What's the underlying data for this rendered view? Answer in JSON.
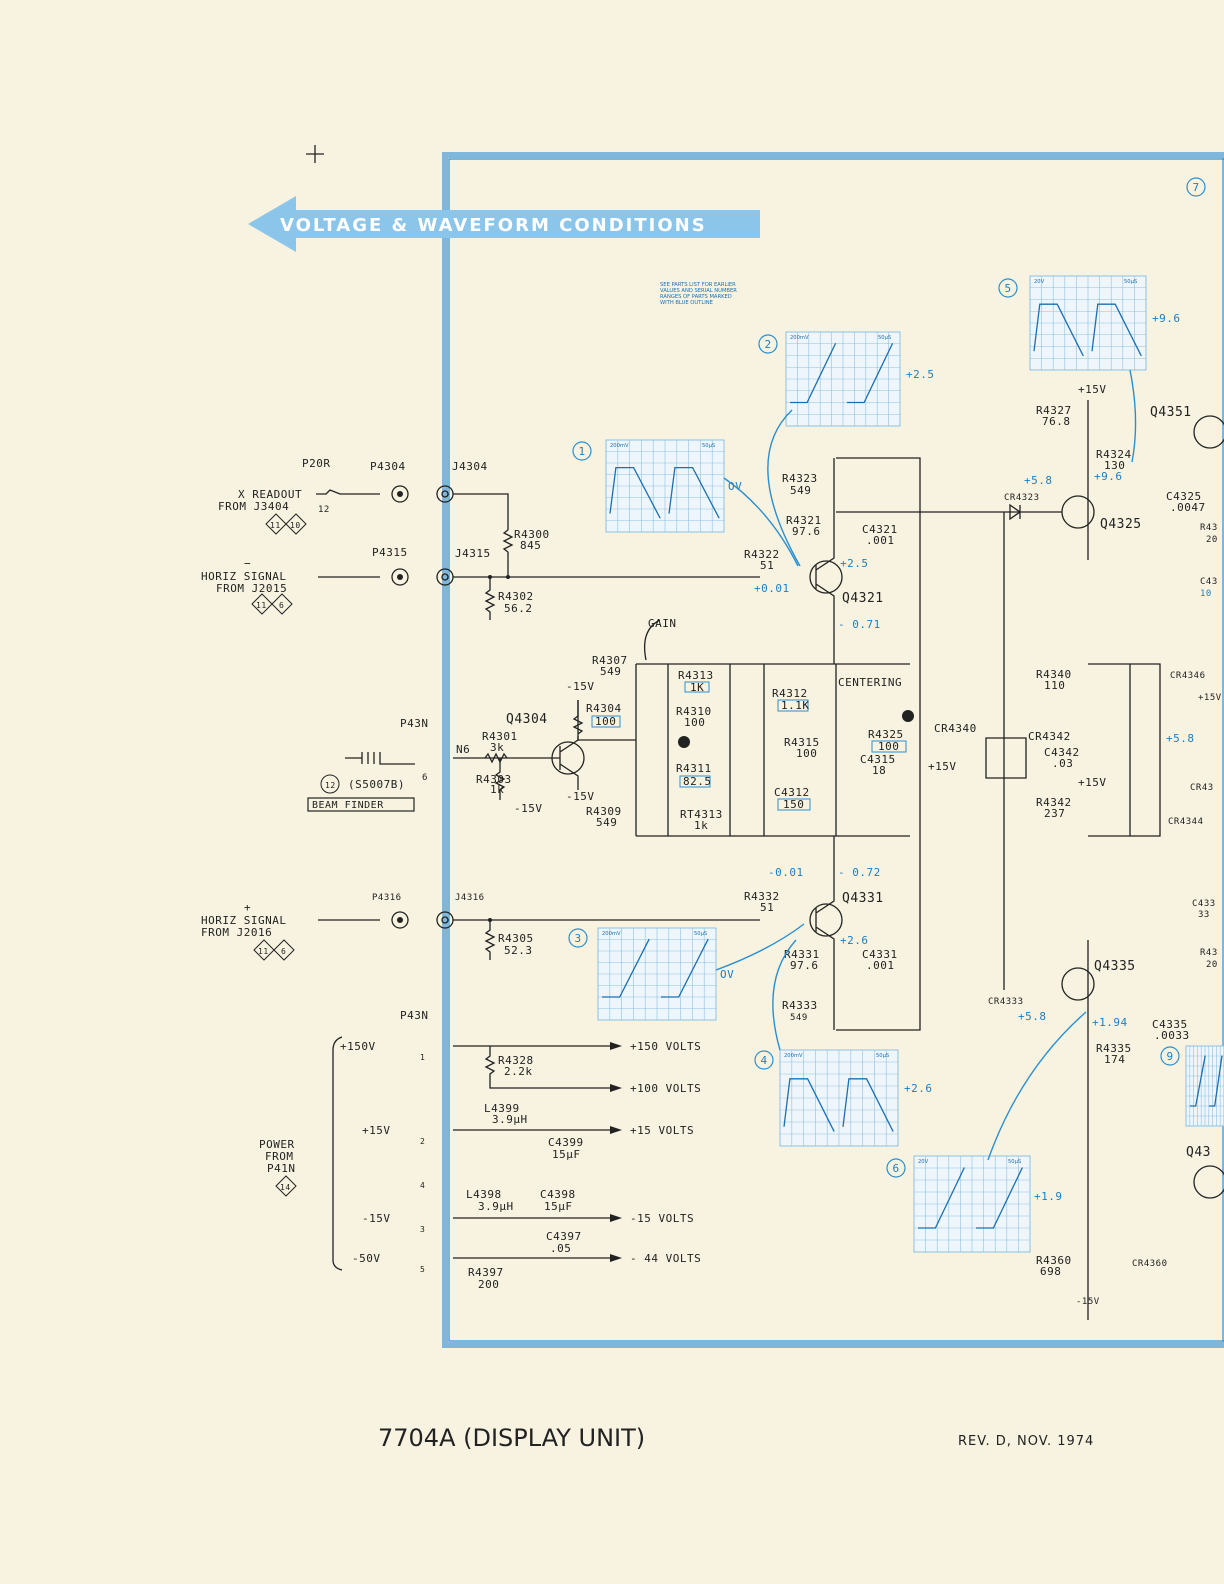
{
  "banner": {
    "title": "VOLTAGE & WAVEFORM CONDITIONS"
  },
  "note": {
    "lines": [
      "SEE PARTS LIST FOR EARLIER",
      "VALUES AND SERIAL NUMBER",
      "RANGES OF PARTS MARKED",
      "WITH BLUE OUTLINE"
    ]
  },
  "footer": {
    "title": "7704A (DISPLAY UNIT)",
    "revision": "REV. D, NOV. 1974"
  },
  "inputs": {
    "x_readout": {
      "line1": "X READOUT",
      "line2": "FROM J3404",
      "tag_a": "11",
      "tag_b": "10",
      "pin": "12"
    },
    "horiz_minus": {
      "sign": "−",
      "line1": "HORIZ SIGNAL",
      "line2": "FROM J2015",
      "tag_a": "11",
      "tag_b": "6"
    },
    "horiz_plus": {
      "sign": "+",
      "line1": "HORIZ SIGNAL",
      "line2": "FROM J2016",
      "tag_a": "11",
      "tag_b": "6"
    },
    "power": {
      "line1": "POWER",
      "line2": "FROM",
      "line3": "P41N",
      "tag": "14"
    },
    "beam_finder": {
      "label": "BEAM FINDER",
      "switch": "(S5007B)",
      "tag": "12"
    }
  },
  "connectors": {
    "p20r": "P20R",
    "p4304": "P4304",
    "j4304": "J4304",
    "p4315": "P4315",
    "j4315": "J4315",
    "p4316": "P4316",
    "j4316": "J4316",
    "p43n_top": "P43N",
    "p43n_bot": "P43N",
    "n6": "N6"
  },
  "components": [
    {
      "id": "r4300",
      "ref": "R4300",
      "val": "845"
    },
    {
      "id": "r4302",
      "ref": "R4302",
      "val": "56.2"
    },
    {
      "id": "r4305",
      "ref": "R4305",
      "val": "52.3"
    },
    {
      "id": "r4301",
      "ref": "R4301",
      "val": "3k"
    },
    {
      "id": "r4303",
      "ref": "R4303",
      "val": "1k"
    },
    {
      "id": "r4304",
      "ref": "R4304",
      "val": "100"
    },
    {
      "id": "r4307",
      "ref": "R4307",
      "val": "549"
    },
    {
      "id": "r4309",
      "ref": "R4309",
      "val": "549"
    },
    {
      "id": "r4313",
      "ref": "R4313",
      "val": "1K"
    },
    {
      "id": "r4310",
      "ref": "R4310",
      "val": "100"
    },
    {
      "id": "r4311",
      "ref": "R4311",
      "val": "82.5"
    },
    {
      "id": "rt4313",
      "ref": "RT4313",
      "val": "1k"
    },
    {
      "id": "r4312",
      "ref": "R4312",
      "val": "1.1K"
    },
    {
      "id": "r4315",
      "ref": "R4315",
      "val": "100"
    },
    {
      "id": "c4312",
      "ref": "C4312",
      "val": "150"
    },
    {
      "id": "r4325",
      "ref": "R4325",
      "val": "100"
    },
    {
      "id": "c4315",
      "ref": "C4315",
      "val": "18"
    },
    {
      "id": "r4323",
      "ref": "R4323",
      "val": "549"
    },
    {
      "id": "r4321",
      "ref": "R4321",
      "val": "97.6"
    },
    {
      "id": "c4321",
      "ref": "C4321",
      "val": ".001"
    },
    {
      "id": "r4322",
      "ref": "R4322",
      "val": "51"
    },
    {
      "id": "r4332",
      "ref": "R4332",
      "val": "51"
    },
    {
      "id": "r4331",
      "ref": "R4331",
      "val": "97.6"
    },
    {
      "id": "c4331",
      "ref": "C4331",
      "val": ".001"
    },
    {
      "id": "r4333",
      "ref": "R4333",
      "val": "549"
    },
    {
      "id": "r4327",
      "ref": "R4327",
      "val": "76.8"
    },
    {
      "id": "r4324",
      "ref": "R4324",
      "val": "130"
    },
    {
      "id": "c4325",
      "ref": "C4325",
      "val": ".0047"
    },
    {
      "id": "r4340",
      "ref": "R4340",
      "val": "110"
    },
    {
      "id": "c4342",
      "ref": "C4342",
      "val": ".03"
    },
    {
      "id": "r4342",
      "ref": "R4342",
      "val": "237"
    },
    {
      "id": "c4335",
      "ref": "C4335",
      "val": ".0033"
    },
    {
      "id": "r4335",
      "ref": "R4335",
      "val": "174"
    },
    {
      "id": "r4360",
      "ref": "R4360",
      "val": "698"
    },
    {
      "id": "r4328",
      "ref": "R4328",
      "val": "2.2k"
    },
    {
      "id": "l4399",
      "ref": "L4399",
      "val": "3.9μH"
    },
    {
      "id": "c4399",
      "ref": "C4399",
      "val": "15μF"
    },
    {
      "id": "l4398",
      "ref": "L4398",
      "val": "3.9μH"
    },
    {
      "id": "c4398",
      "ref": "C4398",
      "val": "15μF"
    },
    {
      "id": "c4397",
      "ref": "C4397",
      "val": ".05"
    },
    {
      "id": "r4397",
      "ref": "R4397",
      "val": "200"
    }
  ],
  "semis": {
    "q4304": "Q4304",
    "q4321": "Q4321",
    "q4331": "Q4331",
    "q4325": "Q4325",
    "q4335": "Q4335",
    "q4351": "Q4351",
    "q43x": "Q43",
    "cr4323": "CR4323",
    "cr4333": "CR4333",
    "cr4340": "CR4340",
    "cr4342": "CR4342",
    "cr4346": "CR4346",
    "cr4344": "CR4344",
    "cr4360": "CR4360",
    "cr43x": "CR43"
  },
  "controls": {
    "gain": "GAIN",
    "centering": "CENTERING"
  },
  "voltages": {
    "m15_a": "-15V",
    "m15_b": "-15V",
    "m15_c": "-15V",
    "m15_d": "-15V",
    "p15_a": "+15V",
    "p15_b": "+15V",
    "p15_c": "+15V",
    "p15_d": "+15V",
    "p15_e": "+15V",
    "v_2_5": "+2.5",
    "v_0_01": "+0.01",
    "v_m071": "- 0.71",
    "v_m001": "-0.01",
    "v_m072": "- 0.72",
    "v_2_6": "+2.6",
    "v_5_8a": "+5.8",
    "v_9_6": "+9.6",
    "v_5_8b": "+5.8",
    "v_1_94": "+1.94",
    "v_5_8c": "+5.8",
    "ov_a": "OV",
    "ov_b": "OV"
  },
  "power_rails": [
    {
      "in": "+150V",
      "pin": "1",
      "out": "+150 VOLTS"
    },
    {
      "in": "",
      "pin": "",
      "out": "+100 VOLTS"
    },
    {
      "in": "+15V",
      "pin": "2",
      "out": "+15 VOLTS"
    },
    {
      "in": "",
      "pin": "4",
      "out": ""
    },
    {
      "in": "-15V",
      "pin": "3",
      "out": "-15 VOLTS"
    },
    {
      "in": "-50V",
      "pin": "5",
      "out": "- 44 VOLTS"
    }
  ],
  "waveforms": [
    {
      "num": "1",
      "level": "",
      "div_l": "200mV",
      "div_r": "50μS"
    },
    {
      "num": "2",
      "level": "+2.5",
      "div_l": "200mV",
      "div_r": "50μS"
    },
    {
      "num": "3",
      "level": "",
      "div_l": "200mV",
      "div_r": "50μS"
    },
    {
      "num": "4",
      "level": "+2.6",
      "div_l": "200mV",
      "div_r": "50μS"
    },
    {
      "num": "5",
      "level": "+9.6",
      "div_l": "20V",
      "div_r": "50μS"
    },
    {
      "num": "6",
      "level": "+1.9",
      "div_l": "20V",
      "div_r": "50μS"
    },
    {
      "num": "7",
      "level": "",
      "div_l": "",
      "div_r": ""
    },
    {
      "num": "9",
      "level": "",
      "div_l": "",
      "div_r": ""
    }
  ],
  "edge_cut": {
    "r43a": "R43",
    "r43b": "20",
    "c43a": "C43",
    "c43b": "10",
    "c433": "C433",
    "c433v": "33",
    "r43c": "R43",
    "r43d": "20"
  }
}
